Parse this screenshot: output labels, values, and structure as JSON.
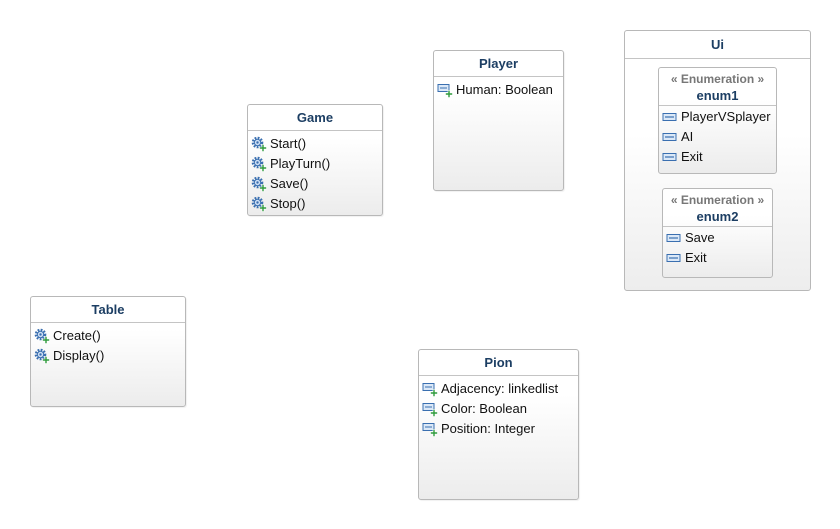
{
  "diagram": {
    "classes": {
      "game": {
        "name": "Game",
        "members": [
          "Start()",
          "PlayTurn()",
          "Save()",
          "Stop()"
        ],
        "member_icon": "operation-icon"
      },
      "player": {
        "name": "Player",
        "members": [
          "Human: Boolean"
        ],
        "member_icon": "attribute-icon"
      },
      "table": {
        "name": "Table",
        "members": [
          "Create()",
          "Display()"
        ],
        "member_icon": "operation-icon"
      },
      "pion": {
        "name": "Pion",
        "members": [
          "Adjacency: linkedlist",
          "Color: Boolean",
          "Position: Integer"
        ],
        "member_icon": "attribute-icon"
      }
    },
    "package": {
      "name": "Ui",
      "enums": {
        "enum1": {
          "stereotype": "« Enumeration »",
          "name": "enum1",
          "literals": [
            "PlayerVSplayer",
            "AI",
            "Exit"
          ]
        },
        "enum2": {
          "stereotype": "« Enumeration »",
          "name": "enum2",
          "literals": [
            "Save",
            "Exit"
          ]
        }
      }
    },
    "colors": {
      "name_text": "#1c3e63",
      "border": "#b8b8b8",
      "icon_blue": "#3a6fb0",
      "icon_green": "#2e9a3c"
    }
  }
}
